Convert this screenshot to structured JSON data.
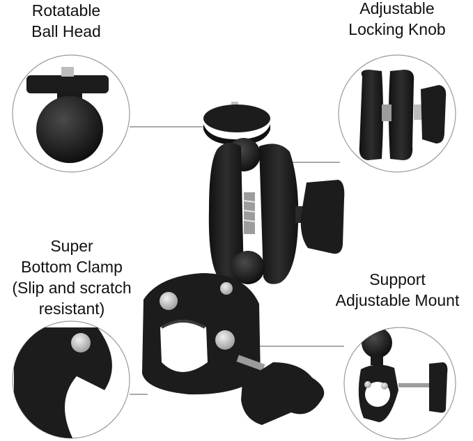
{
  "labels": {
    "ball_head": [
      "Rotatable",
      "Ball Head"
    ],
    "locking_knob": [
      "Adjustable",
      "Locking Knob"
    ],
    "bottom_clamp": [
      "Super",
      "Bottom Clamp",
      "(Slip and scratch",
      "resistant)"
    ],
    "support_mount": [
      "Support",
      "Adjustable Mount"
    ]
  },
  "colors": {
    "product": "#1a1a1a",
    "product_highlight": "#3a3a3a",
    "metal": "#c8c8c8",
    "circle_outline": "#9a9a9a",
    "leader_line": "#555555"
  }
}
